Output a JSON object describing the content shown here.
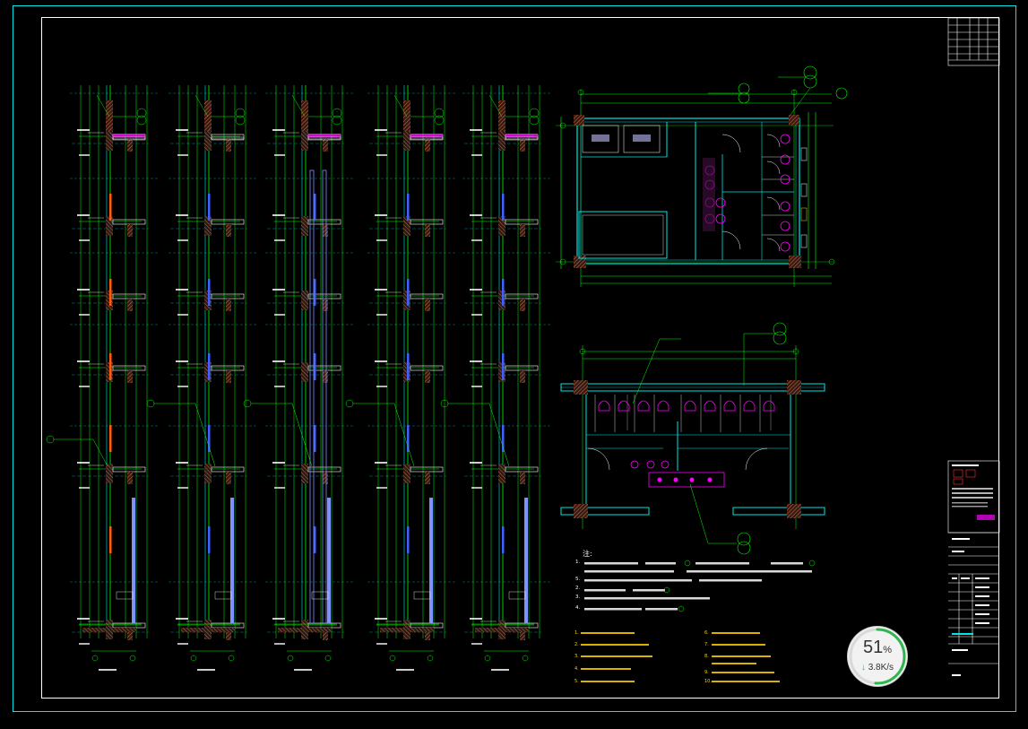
{
  "app": {
    "title": ""
  },
  "colors": {
    "background": "#000000",
    "frame": "#00e5e5",
    "grid_green": "#00ff00",
    "wall_hatch": "#c87050",
    "glass_blue": "#4060ff",
    "fixture_magenta": "#ff00ff",
    "text_white": "#ffffff",
    "text_yellow": "#ffd200",
    "progress_green": "#2db84d"
  },
  "notes": {
    "heading": "注:",
    "white_items": [
      "1.",
      "2.",
      "3.",
      "4.",
      "5."
    ],
    "yellow_items": [
      "1.",
      "2.",
      "3.",
      "4.",
      "5.",
      "6.",
      "7.",
      "8.",
      "9.",
      "10."
    ]
  },
  "progress": {
    "percent": 51,
    "percent_number": "51",
    "percent_sign": "%",
    "rate": "3.8K/s",
    "arrow": "↓"
  },
  "icons": {
    "progress_ring": "progress-ring-icon",
    "download_arrow": "download-arrow-icon"
  }
}
